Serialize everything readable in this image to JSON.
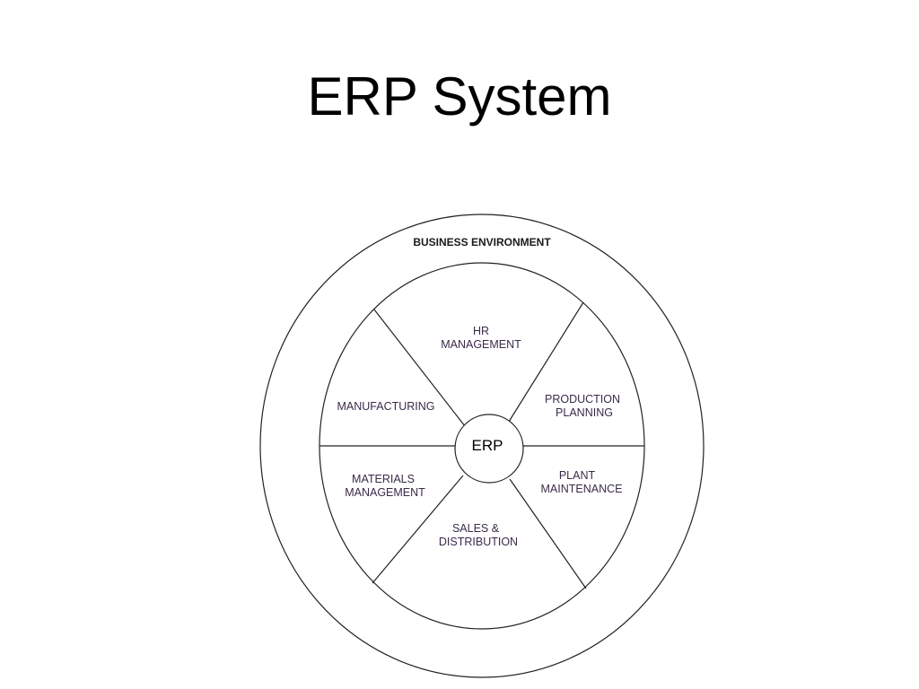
{
  "slide": {
    "title": "ERP System"
  },
  "diagram": {
    "outer_ring_label": "BUSINESS ENVIRONMENT",
    "center_label": "ERP",
    "modules": {
      "hr": [
        "HR",
        "MANAGEMENT"
      ],
      "production": [
        "PRODUCTION",
        "PLANNING"
      ],
      "plant": [
        "PLANT",
        "MAINTENANCE"
      ],
      "sales": [
        "SALES &",
        "DISTRIBUTION"
      ],
      "materials": [
        "MATERIALS",
        "MANAGEMENT"
      ],
      "manufacturing": [
        "MANUFACTURING"
      ]
    }
  }
}
